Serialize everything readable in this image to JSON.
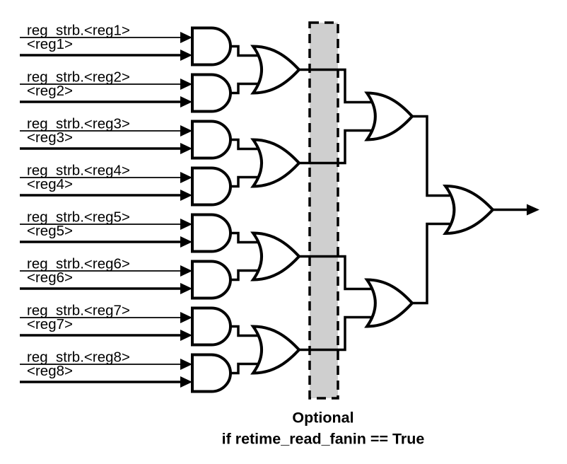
{
  "diagram": {
    "background": "#ffffff",
    "wire_color": "#000000",
    "text_color": "#000000",
    "optional_box": {
      "fill": "#cfcfcf",
      "border": "#000000"
    },
    "inputs": [
      {
        "strb_label": "reg_strb.<reg1>",
        "reg_label": "<reg1>"
      },
      {
        "strb_label": "reg_strb.<reg2>",
        "reg_label": "<reg2>"
      },
      {
        "strb_label": "reg_strb.<reg3>",
        "reg_label": "<reg3>"
      },
      {
        "strb_label": "reg_strb.<reg4>",
        "reg_label": "<reg4>"
      },
      {
        "strb_label": "reg_strb.<reg5>",
        "reg_label": "<reg5>"
      },
      {
        "strb_label": "reg_strb.<reg6>",
        "reg_label": "<reg6>"
      },
      {
        "strb_label": "reg_strb.<reg7>",
        "reg_label": "<reg7>"
      },
      {
        "strb_label": "reg_strb.<reg8>",
        "reg_label": "<reg8>"
      }
    ],
    "caption": {
      "line1": "Optional",
      "line2": "if retime_read_fanin == True"
    }
  }
}
